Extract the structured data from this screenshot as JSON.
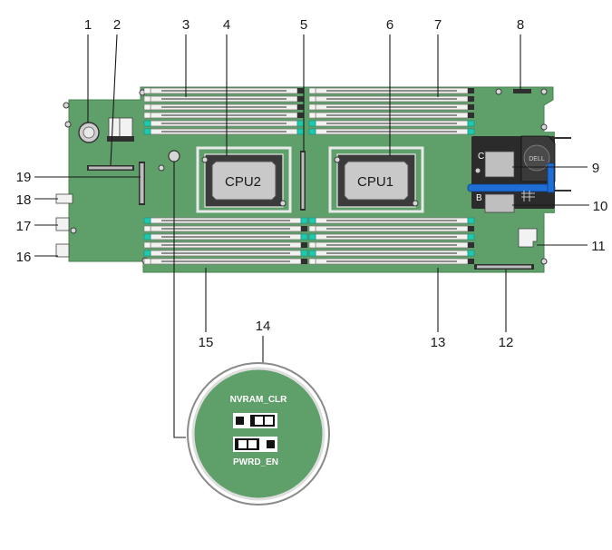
{
  "callouts": [
    {
      "num": "1"
    },
    {
      "num": "2"
    },
    {
      "num": "3"
    },
    {
      "num": "4"
    },
    {
      "num": "5"
    },
    {
      "num": "6"
    },
    {
      "num": "7"
    },
    {
      "num": "8"
    },
    {
      "num": "9"
    },
    {
      "num": "10"
    },
    {
      "num": "11"
    },
    {
      "num": "12"
    },
    {
      "num": "13"
    },
    {
      "num": "14"
    },
    {
      "num": "15"
    },
    {
      "num": "16"
    },
    {
      "num": "17"
    },
    {
      "num": "18"
    },
    {
      "num": "19"
    }
  ],
  "cpus": [
    {
      "label": "CPU2"
    },
    {
      "label": "CPU1"
    }
  ],
  "mezzanine": {
    "slot_c": "C",
    "slot_b": "B",
    "brand": "DELL"
  },
  "jumpers": {
    "nvram_clr": "NVRAM_CLR",
    "pwrd_en": "PWRD_EN"
  },
  "colors": {
    "board": "#5f9f6a",
    "dimm_clip_accent": "#1fc9b0",
    "mezzanine_latch": "#1e6ed6"
  }
}
